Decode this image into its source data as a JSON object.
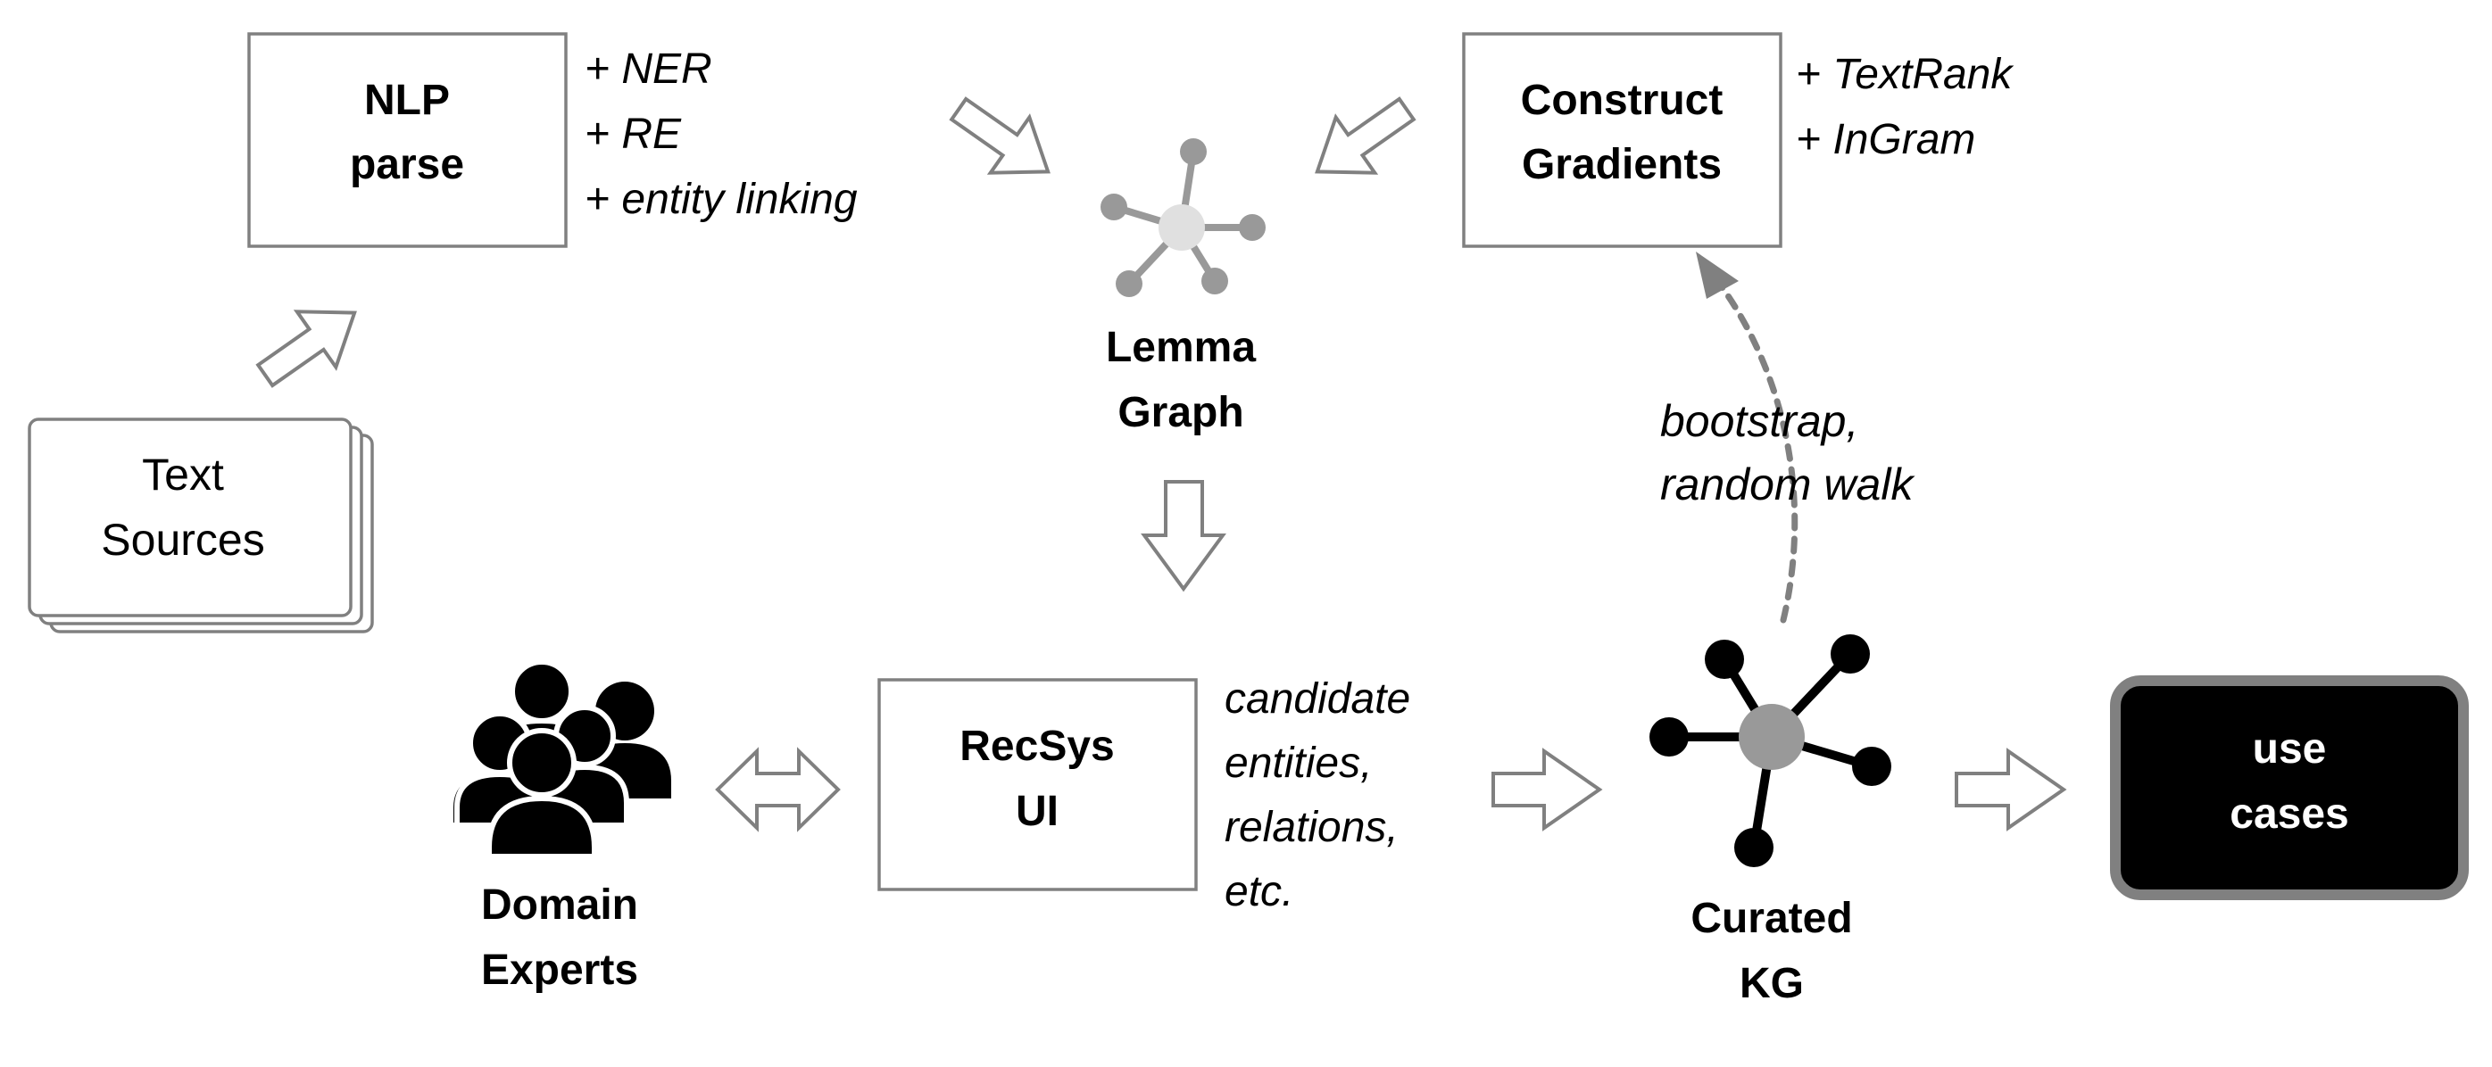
{
  "nlp_box": {
    "line1": "NLP",
    "line2": "parse"
  },
  "nlp_notes": [
    "+ NER",
    "+ RE",
    "+ entity linking"
  ],
  "construct_box": {
    "line1": "Construct",
    "line2": "Gradients"
  },
  "construct_notes": [
    "+ TextRank",
    "+ InGram"
  ],
  "text_sources": {
    "line1": "Text",
    "line2": "Sources"
  },
  "lemma_graph": {
    "line1": "Lemma",
    "line2": "Graph"
  },
  "bootstrap_note": [
    "bootstrap,",
    "random walk"
  ],
  "recsys_box": {
    "line1": "RecSys",
    "line2": "UI"
  },
  "recsys_notes": [
    "candidate",
    "entities,",
    "relations,",
    "etc."
  ],
  "domain_experts": {
    "line1": "Domain",
    "line2": "Experts"
  },
  "curated_kg": {
    "line1": "Curated",
    "line2": "KG"
  },
  "use_cases": {
    "line1": "use",
    "line2": "cases"
  },
  "colors": {
    "stroke_gray": "#808080",
    "node_light": "#e0e0e0",
    "node_mid": "#999999",
    "black": "#000000"
  }
}
